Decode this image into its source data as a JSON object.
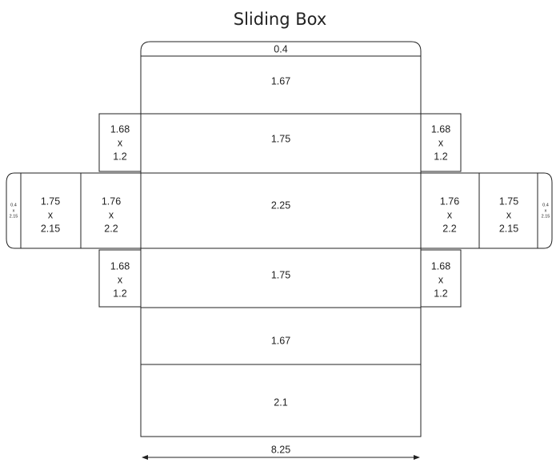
{
  "title": "Sliding Box",
  "top_tab": "0.4",
  "center_panels": [
    "1.67",
    "1.75",
    "2.25",
    "1.75",
    "1.67",
    "2.1"
  ],
  "flap_small": [
    "1.68",
    "x",
    "1.2"
  ],
  "flap_mid": [
    "1.76",
    "x",
    "2.2"
  ],
  "flap_outer": [
    "1.75",
    "x",
    "2.15"
  ],
  "flap_end": [
    "0.4",
    "x",
    "2.15"
  ],
  "width_dim": "8.25"
}
